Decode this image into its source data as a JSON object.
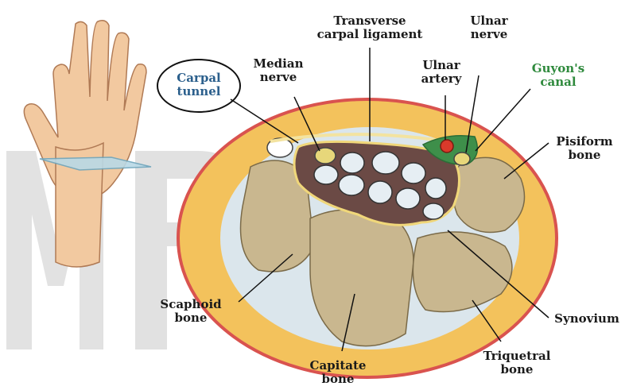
{
  "labels": {
    "carpal_tunnel": [
      "Carpal",
      "tunnel"
    ],
    "median_nerve": [
      "Median",
      "nerve"
    ],
    "transverse_ligament": [
      "Transverse",
      "carpal ligament"
    ],
    "ulnar_artery": [
      "Ulnar",
      "artery"
    ],
    "ulnar_nerve": [
      "Ulnar",
      "nerve"
    ],
    "guyons_canal": [
      "Guyon's",
      "canal"
    ],
    "pisiform_bone": [
      "Pisiform",
      "bone"
    ],
    "scaphoid_bone": [
      "Scaphoid",
      "bone"
    ],
    "capitate_bone": [
      "Capitate",
      "bone"
    ],
    "synovium": [
      "Synovium"
    ],
    "triquetral_bone": [
      "Triquetral",
      "bone"
    ]
  },
  "colors": {
    "skin_ring": "#f3c25c",
    "skin_outline": "#d9534f",
    "bone_fill": "#c9b78f",
    "tunnel_fill": "#6b4a45",
    "tendon_fill": "#e6eef3",
    "nerve_fill": "#e7d77a",
    "artery_fill": "#d93a2b",
    "guyon_fill": "#3e8f4a",
    "watermark": "#d8d8d8"
  },
  "icons": [
    "hand-illustration",
    "watermark-letters"
  ]
}
